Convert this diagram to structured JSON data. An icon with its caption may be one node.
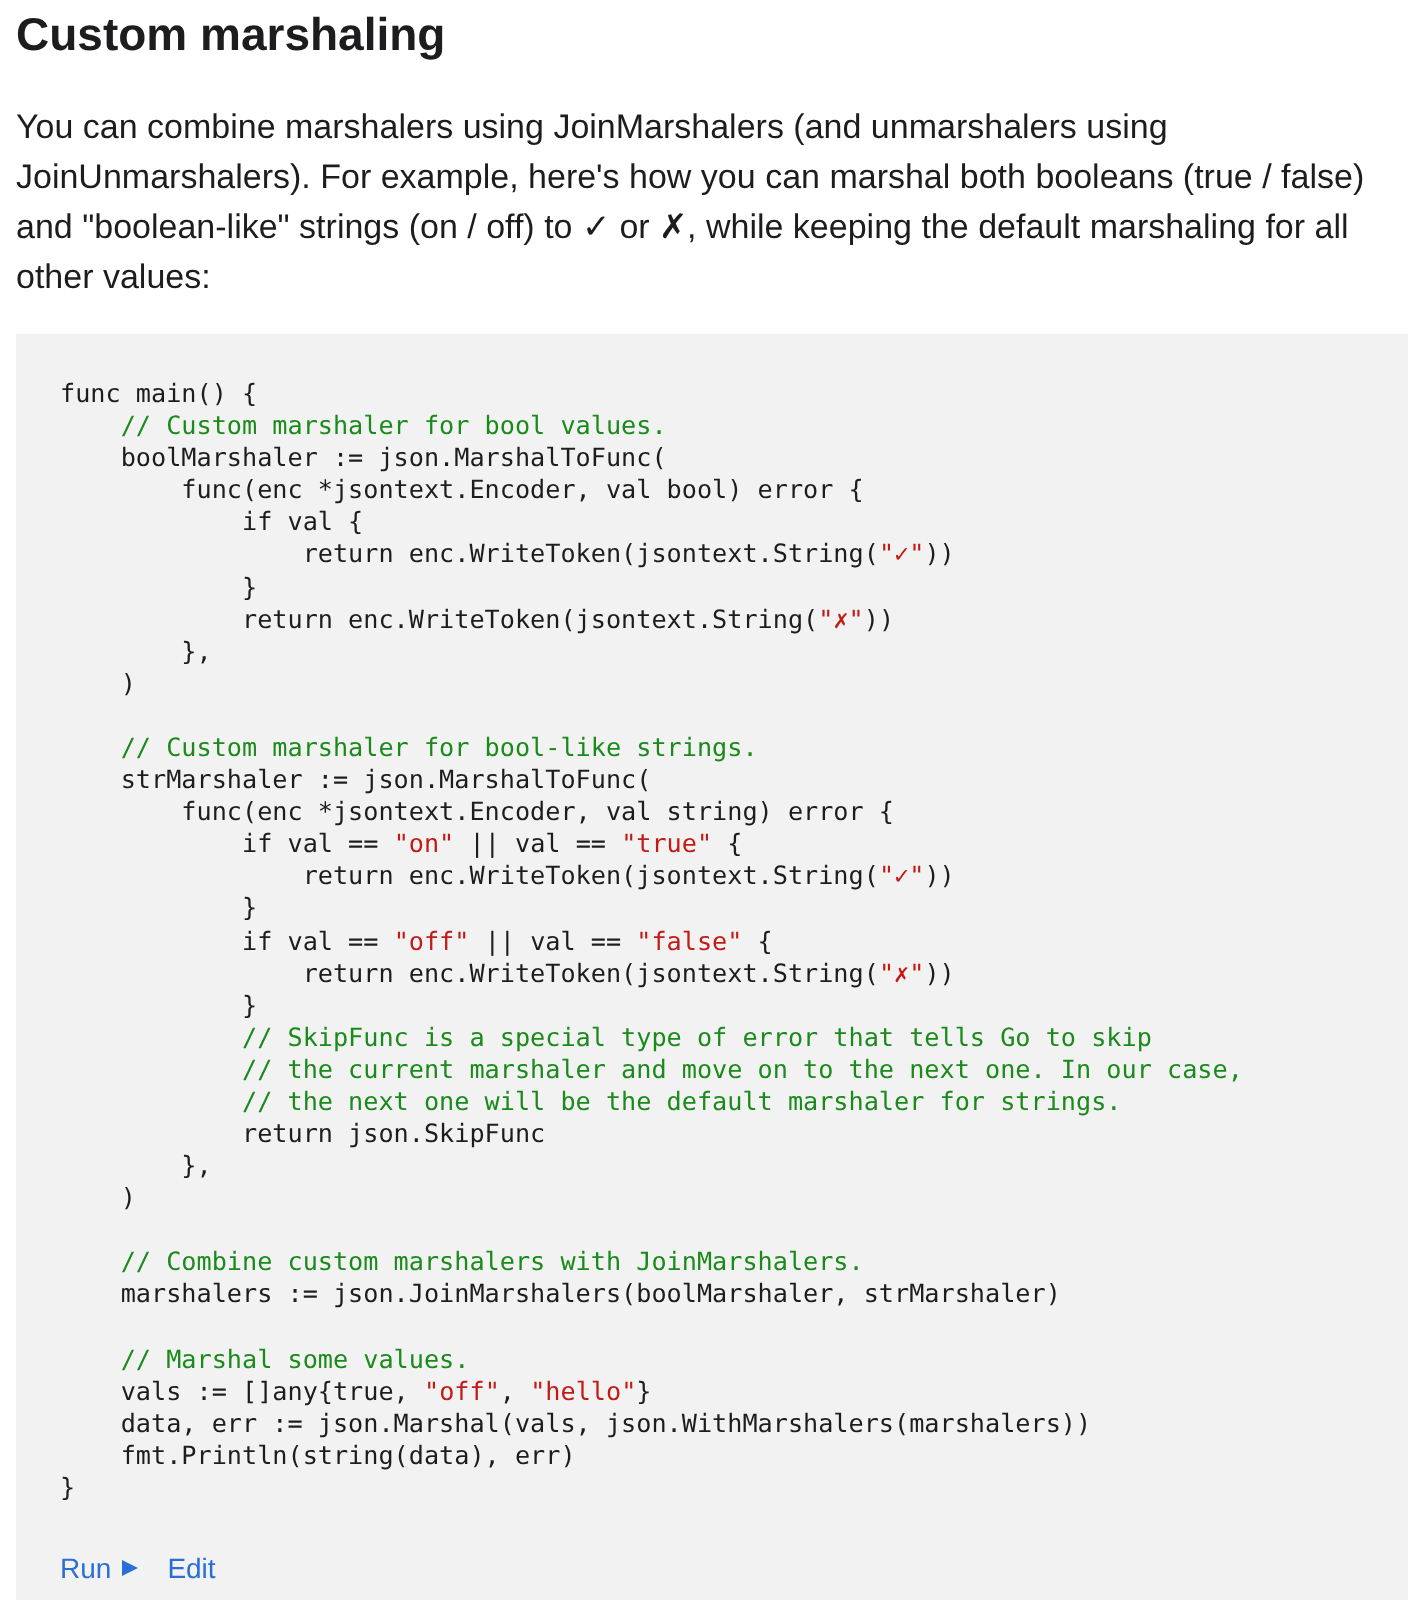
{
  "diagram": {
    "title": "Custom marshaling",
    "labels": [
      "You can combine marshalers using JoinMarshalers (and unmarshalers using JoinUnmarshalers). For example, here's how you can marshal both booleans (true / false) and \"boolean-like\" strings (on / off) to ✓ or ✗, while keeping the default marshaling for all other values:",
      "func main() {",
      "    // Custom marshaler for bool values.",
      "    boolMarshaler := json.MarshalToFunc(",
      "        func(enc *jsontext.Encoder, val bool) error {",
      "            if val {",
      "                return enc.WriteToken(jsontext.String(\"✓\"))",
      "            }",
      "            return enc.WriteToken(jsontext.String(\"✗\"))",
      "        },",
      "    )",
      "    // Custom marshaler for bool-like strings.",
      "    strMarshaler := json.MarshalToFunc(",
      "        func(enc *jsontext.Encoder, val string) error {",
      "            if val == \"on\" || val == \"true\" {",
      "                return enc.WriteToken(jsontext.String(\"✓\"))",
      "            }",
      "            if val == \"off\" || val == \"false\" {",
      "                return enc.WriteToken(jsontext.String(\"✗\"))",
      "            }",
      "            // SkipFunc is a special type of error that tells Go to skip",
      "            // the current marshaler and move on to the next one. In our case,",
      "            // the next one will be the default marshaler for strings.",
      "            return json.SkipFunc",
      "        },",
      "    )",
      "    // Combine custom marshalers with JoinMarshalers.",
      "    marshalers := json.JoinMarshalers(boolMarshaler, strMarshaler)",
      "    // Marshal some values.",
      "    vals := []any{true, \"off\", \"hello\"}",
      "    data, err := json.Marshal(vals, json.WithMarshalers(marshalers))",
      "    fmt.Println(string(data), err)",
      "}",
      "Run",
      "Edit"
    ]
  }
}
